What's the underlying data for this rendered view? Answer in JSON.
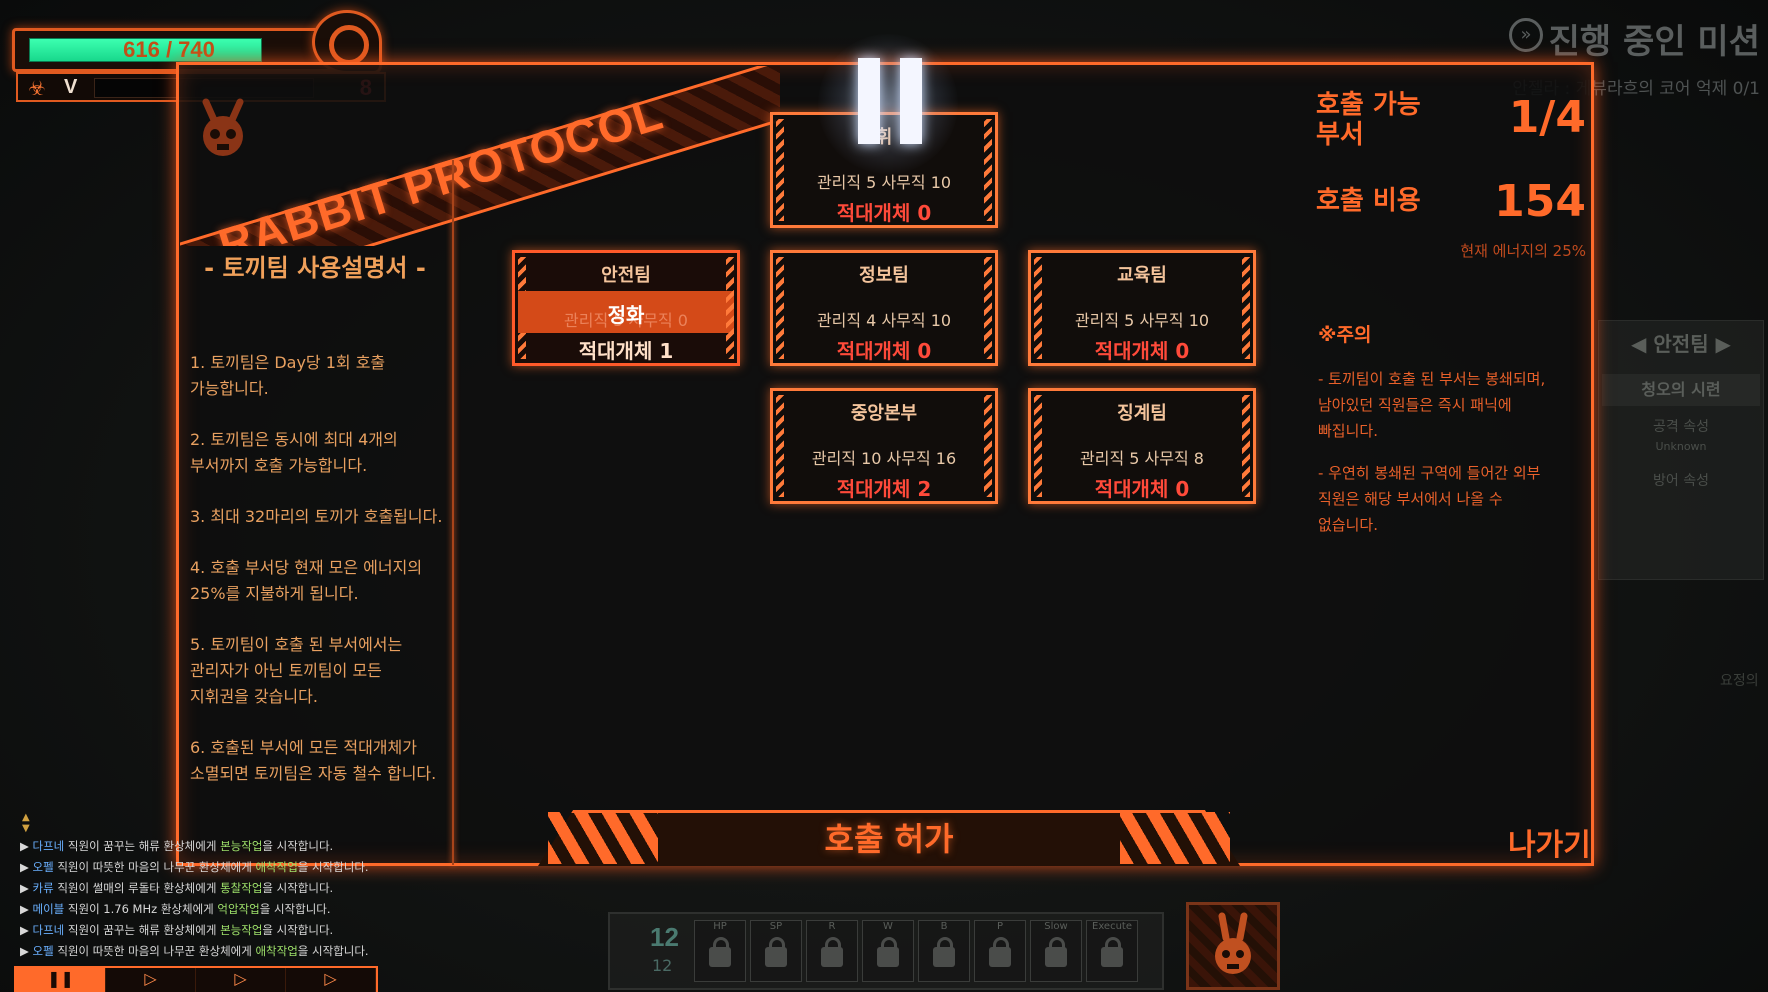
{
  "hud": {
    "hp_text": "616 / 740",
    "hp_ratio": 0.832,
    "qliphoth_level": "V",
    "counter": "8"
  },
  "mission": {
    "title": "진행 중인 미션",
    "item": "안젤라 : 게뷰라흐의 코어 억제 0/1"
  },
  "banner": {
    "text": "RABBIT PROTOCOL"
  },
  "manual": {
    "title": "- 토끼팀 사용설명서 -",
    "rules": [
      "1. 토끼팀은 Day당 1회 호출\n가능합니다.",
      "2. 토끼팀은 동시에 최대 4개의\n부서까지 호출 가능합니다.",
      "3. 최대 32마리의 토끼가 호출됩니다.",
      "4. 호출 부서당 현재 모은 에너지의\n25%를 지불하게 됩니다.",
      "5. 토끼팀이 호출 된 부서에서는\n관리자가 아닌 토끼팀이 모든\n지휘권을 갖습니다.",
      "6. 호출된 부서에 모든 적대개체가\n소멸되면 토끼팀은 자동 철수 합니다."
    ]
  },
  "departments": [
    {
      "name": "휘",
      "staff": "관리직 5   사무직 10",
      "hostile": "적대개체 0"
    },
    {
      "name": "안전팀",
      "staff": "관리직 5   사무직 0",
      "hostile": "적대개체 1",
      "selected_label": "정화"
    },
    {
      "name": "정보팀",
      "staff": "관리직 4   사무직 10",
      "hostile": "적대개체 0"
    },
    {
      "name": "교육팀",
      "staff": "관리직 5   사무직 10",
      "hostile": "적대개체 0"
    },
    {
      "name": "중앙본부",
      "staff": "관리직 10   사무직 16",
      "hostile": "적대개체 2"
    },
    {
      "name": "징계팀",
      "staff": "관리직 5   사무직 8",
      "hostile": "적대개체 0"
    }
  ],
  "info": {
    "available_label": "호출 가능\n부서",
    "available_value": "1/4",
    "cost_label": "호출 비용",
    "cost_value": "154",
    "cost_note": "현재 에너지의 25%",
    "caution_title": "※주의",
    "caution_1": "- 토끼팀이 호출 된 부서는 봉쇄되며,\n남아있던 직원들은 즉시 패닉에\n빠집니다.",
    "caution_2": "- 우연히 봉쇄된 구역에 들어간 외부\n직원은 해당 부서에서 나올 수\n없습니다."
  },
  "side_panel": {
    "tab": "안전팀",
    "sub": "청오의 시련",
    "attack_label": "공격 속성",
    "attack_value": "Unknown",
    "defense_label": "방어 속성",
    "tag": "요정의"
  },
  "actions": {
    "call": "호출 허가",
    "exit": "나가기"
  },
  "log": [
    {
      "name": "다프네",
      "mid": "직원이 꿈꾸는 해류 환상체에게",
      "work": "본능작업",
      "end": "을 시작합니다."
    },
    {
      "name": "오펠",
      "mid": "직원이 따뜻한 마음의 나무꾼 환상체에게",
      "work": "애착작업",
      "end": "을 시작합니다."
    },
    {
      "name": "카류",
      "mid": "직원이 썰매의 루돌타 환상체에게",
      "work": "통찰작업",
      "end": "을 시작합니다."
    },
    {
      "name": "메이블",
      "mid": "직원이 1.76 MHz 환상체에게",
      "work": "억압작업",
      "end": "을 시작합니다."
    },
    {
      "name": "다프네",
      "mid": "직원이 꿈꾸는 해류 환상체에게",
      "work": "본능작업",
      "end": "을 시작합니다."
    },
    {
      "name": "오펠",
      "mid": "직원이 따뜻한 마음의 나무꾼 환상체에게",
      "work": "애착작업",
      "end": "을 시작합니다."
    }
  ],
  "speed": [
    "❚❚",
    "▷",
    "▷",
    "▷"
  ],
  "bullets": {
    "count": "12",
    "max": "12",
    "slots": [
      "HP",
      "SP",
      "R",
      "W",
      "B",
      "P",
      "Slow",
      "Execute"
    ]
  },
  "colors": {
    "accent": "#ff6a2a",
    "hp": "#2ee89c",
    "hostile": "#ff4a3a"
  }
}
